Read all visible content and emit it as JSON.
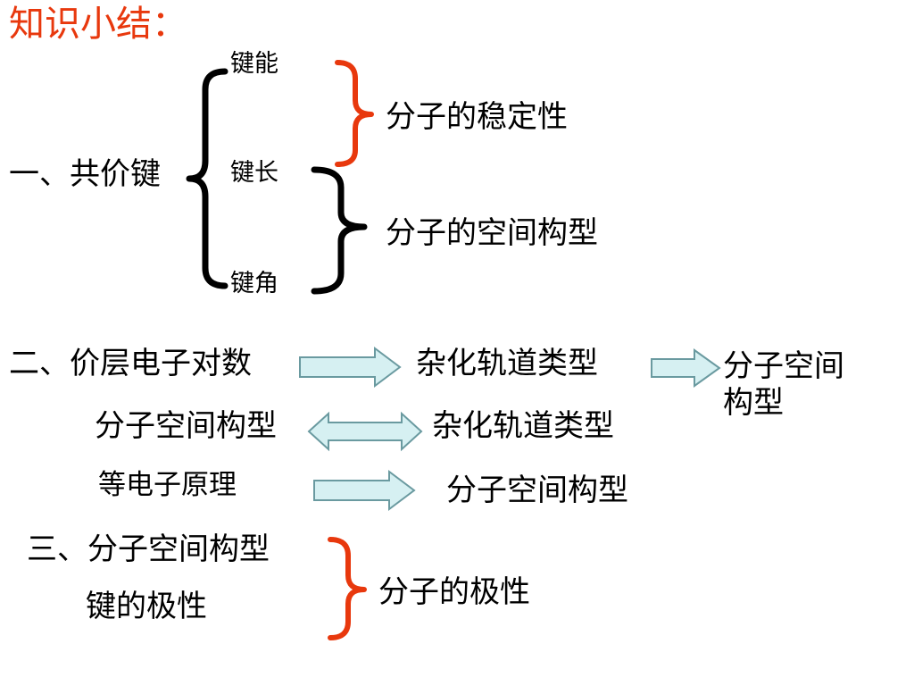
{
  "title": "知识小结：",
  "colors": {
    "accent_red": "#e8380d",
    "text": "#000000",
    "arrow_fill": "#d6f0f2",
    "arrow_stroke": "#6a9aa0"
  },
  "section1": {
    "heading": "一、共价键",
    "items": [
      "键能",
      "键长",
      "键角"
    ],
    "results": [
      "分子的稳定性",
      "分子的空间构型"
    ]
  },
  "section2": {
    "row1": {
      "heading": "二、价层电子对数",
      "middle": "杂化轨道类型",
      "result": "分子空间\n构型"
    },
    "row2": {
      "left": "分子空间构型",
      "right": "杂化轨道类型"
    },
    "row3": {
      "left": "等电子原理",
      "right": "分子空间构型"
    }
  },
  "section3": {
    "heading": "三、分子空间构型",
    "item": "键的极性",
    "result": "分子的极性"
  }
}
